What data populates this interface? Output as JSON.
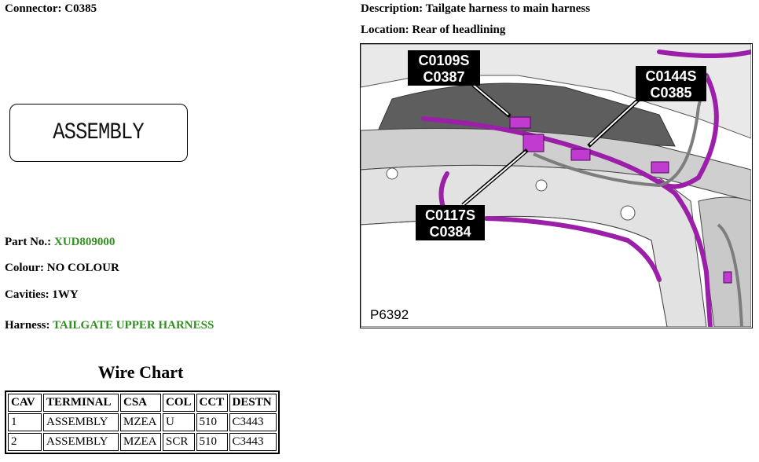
{
  "connector": {
    "label": "Connector:",
    "value": "C0385"
  },
  "description": {
    "label": "Description:",
    "value": "Tailgate harness to main harness"
  },
  "location": {
    "label": "Location:",
    "value": "Rear of headlining"
  },
  "assembly_label": "ASSEMBLY",
  "part_no": {
    "label": "Part No.:",
    "value": "XUD809000"
  },
  "colour": {
    "label": "Colour:",
    "value": "NO COLOUR"
  },
  "cavities": {
    "label": "Cavities:",
    "value": "1WY"
  },
  "harness": {
    "label": "Harness:",
    "value": "TAILGATE UPPER HARNESS"
  },
  "wire_chart": {
    "title": "Wire Chart",
    "headers": [
      "CAV",
      "TERMINAL",
      "CSA",
      "COL",
      "CCT",
      "DESTN"
    ],
    "rows": [
      [
        "1",
        "ASSEMBLY",
        "MZEA",
        "U",
        "510",
        "C3443"
      ],
      [
        "2",
        "ASSEMBLY",
        "MZEA",
        "SCR",
        "510",
        "C3443"
      ]
    ]
  },
  "figure": {
    "id": "P6392",
    "callouts": [
      {
        "line1": "C0109S",
        "line2": "C0387"
      },
      {
        "line1": "C0144S",
        "line2": "C0385"
      },
      {
        "line1": "C0117S",
        "line2": "C0384"
      }
    ],
    "colors": {
      "harness": "#9b1fa8",
      "connector": "#c23bd1",
      "structure": "#d6d6d6",
      "shadow": "#6e6e6e"
    }
  }
}
